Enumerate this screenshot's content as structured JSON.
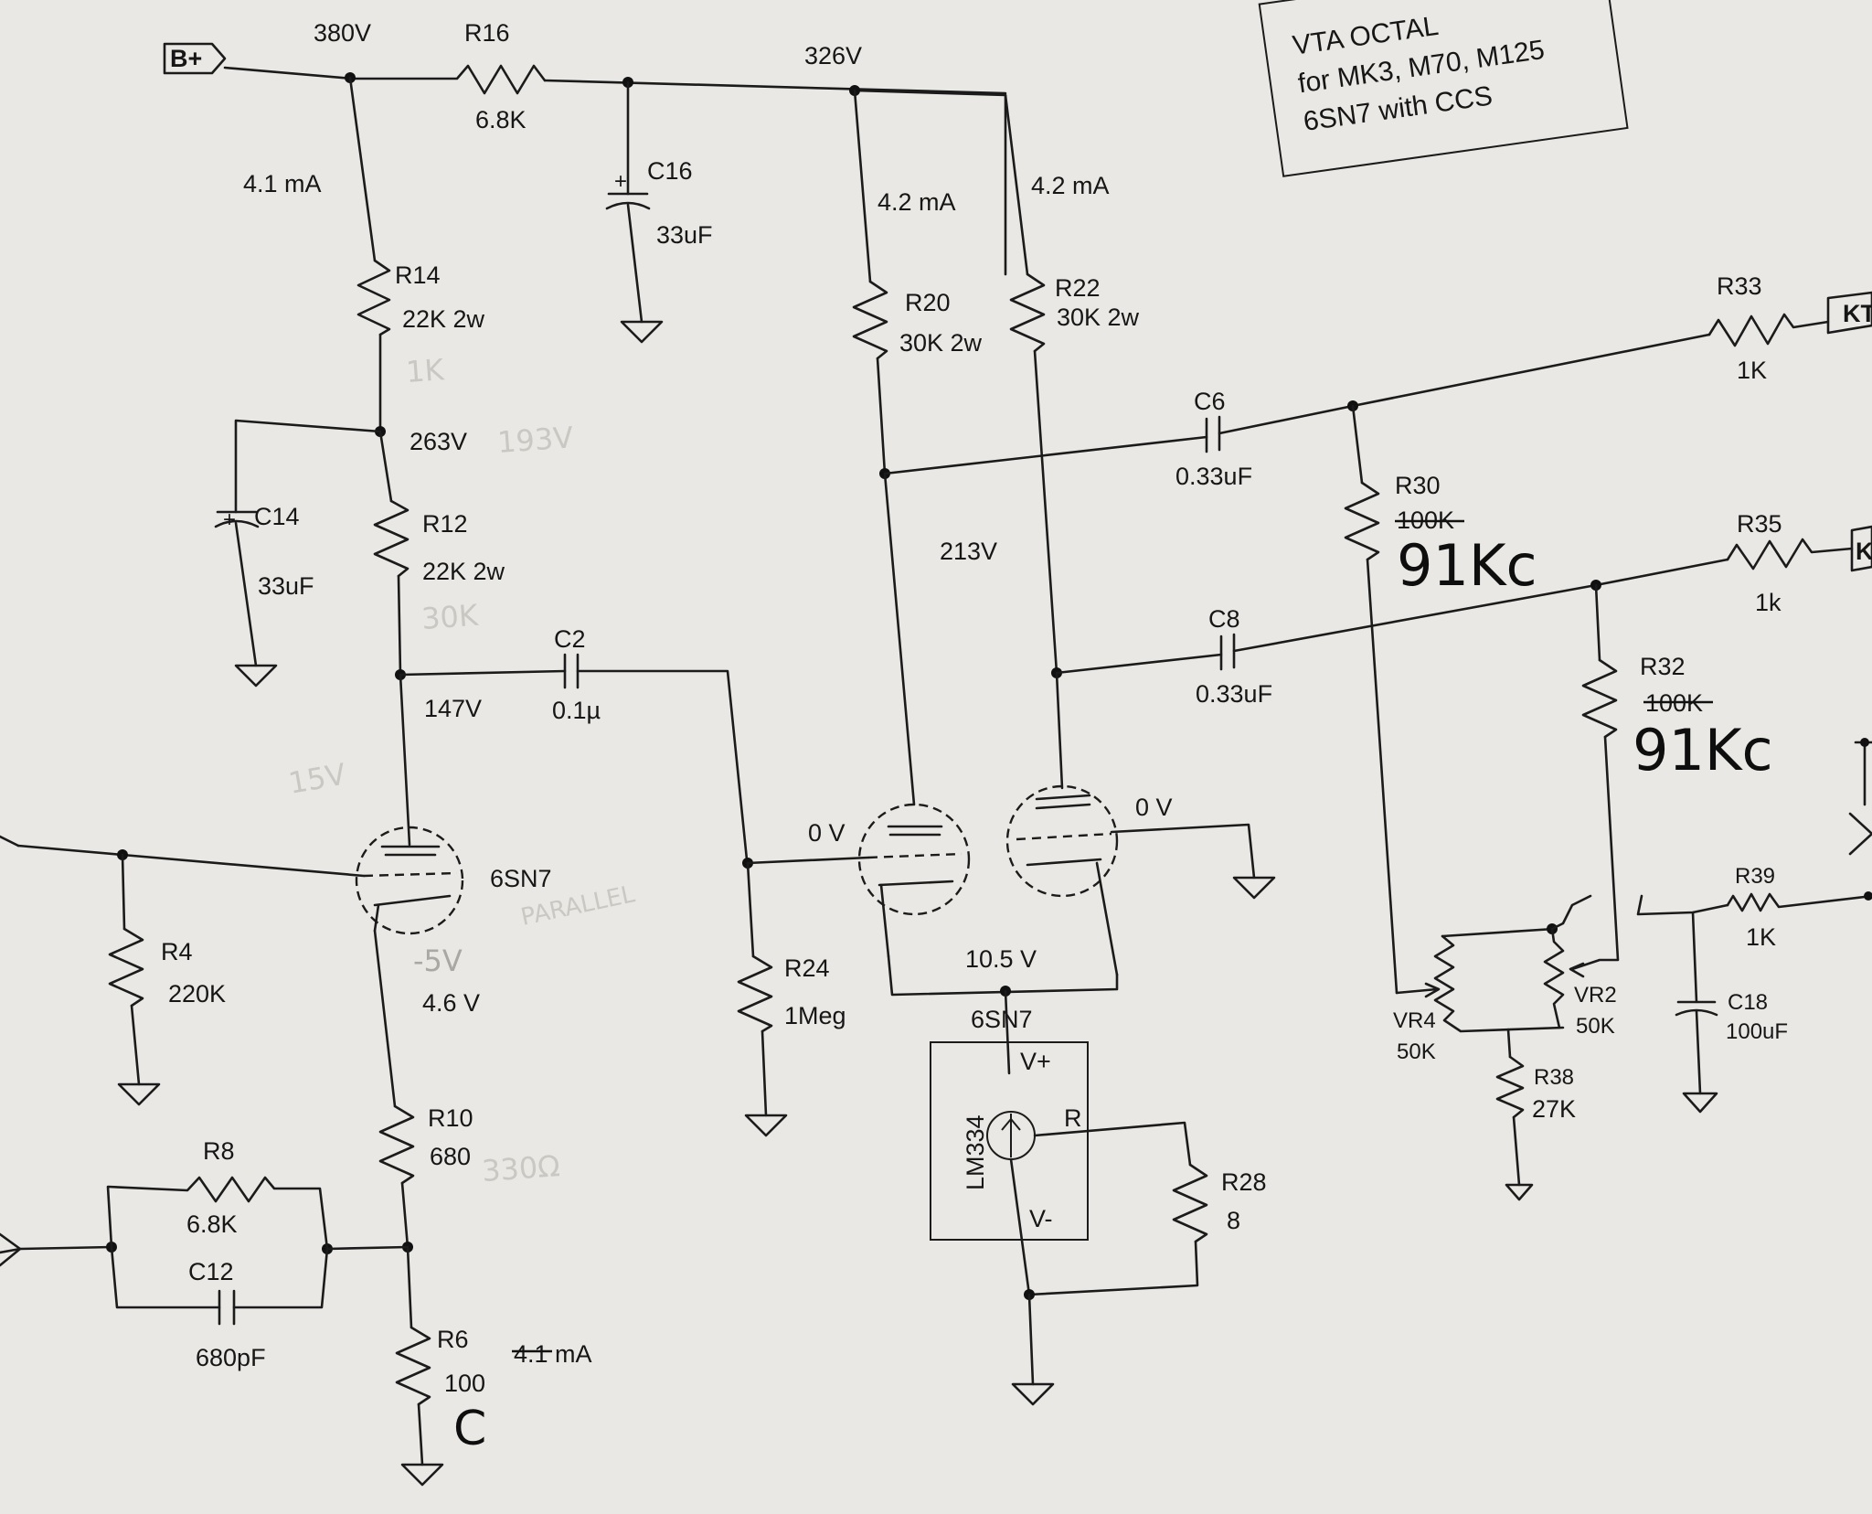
{
  "title": {
    "line1": "VTA OCTAL",
    "line2": "for MK3, M70, M125",
    "line3": "6SN7 with CCS"
  },
  "ports": {
    "b_plus": "B+",
    "out_top": "KT",
    "out_bottom": "K"
  },
  "voltages": {
    "v380": "380V",
    "v326": "326V",
    "v263": "263V",
    "v213": "213V",
    "v147": "147V",
    "v0_left": "0 V",
    "v0_right": "0 V",
    "v10_5": "10.5 V",
    "v4_6": "4.6 V"
  },
  "currents": {
    "i_r14": "4.1 mA",
    "i_r20": "4.2 mA",
    "i_r22": "4.2 mA",
    "i_r6": "4.1 mA"
  },
  "components": {
    "r16": {
      "name": "R16",
      "value": "6.8K"
    },
    "c16": {
      "name": "C16",
      "value": "33uF"
    },
    "r14": {
      "name": "R14",
      "value": "22K 2w"
    },
    "c14": {
      "name": "C14",
      "value": "33uF"
    },
    "r12": {
      "name": "R12",
      "value": "22K 2w"
    },
    "c2": {
      "name": "C2",
      "value": "0.1µ"
    },
    "v1": {
      "name": "6SN7"
    },
    "v2": {
      "name": "6SN7"
    },
    "r4": {
      "name": "R4",
      "value": "220K"
    },
    "r10": {
      "name": "R10",
      "value": "680"
    },
    "r8": {
      "name": "R8",
      "value": "6.8K"
    },
    "c12": {
      "name": "C12",
      "value": "680pF"
    },
    "r6": {
      "name": "R6",
      "value": "100"
    },
    "r24": {
      "name": "R24",
      "value": "1Meg"
    },
    "r20": {
      "name": "R20",
      "value": "30K 2w"
    },
    "r22": {
      "name": "R22",
      "value": "30K 2w"
    },
    "c6": {
      "name": "C6",
      "value": "0.33uF"
    },
    "c8": {
      "name": "C8",
      "value": "0.33uF"
    },
    "r30": {
      "name": "R30",
      "value": "100K"
    },
    "r32": {
      "name": "R32",
      "value": "100K"
    },
    "r33": {
      "name": "R33",
      "value": "1K"
    },
    "r35": {
      "name": "R35",
      "value": "1k"
    },
    "lm334": {
      "name": "LM334",
      "pin_vplus": "V+",
      "pin_r": "R",
      "pin_vminus": "V-"
    },
    "r28": {
      "name": "R28",
      "value": "8"
    },
    "vr4": {
      "name": "VR4",
      "value": "50K"
    },
    "vr2": {
      "name": "VR2",
      "value": "50K"
    },
    "r38": {
      "name": "R38",
      "value": "27K"
    },
    "r39": {
      "name": "R39",
      "value": "1K"
    },
    "c18": {
      "name": "C18",
      "value": "100uF"
    }
  },
  "handwritten": {
    "r30_new": "91Kc",
    "r32_new": "91Kc",
    "r6_note": "C"
  },
  "faint_notes": {
    "n1": "1K",
    "n2": "30K",
    "n3": "193V",
    "n4": "15V",
    "n5": "PARALLEL",
    "n6": "-5V",
    "n7": "330Ω"
  }
}
